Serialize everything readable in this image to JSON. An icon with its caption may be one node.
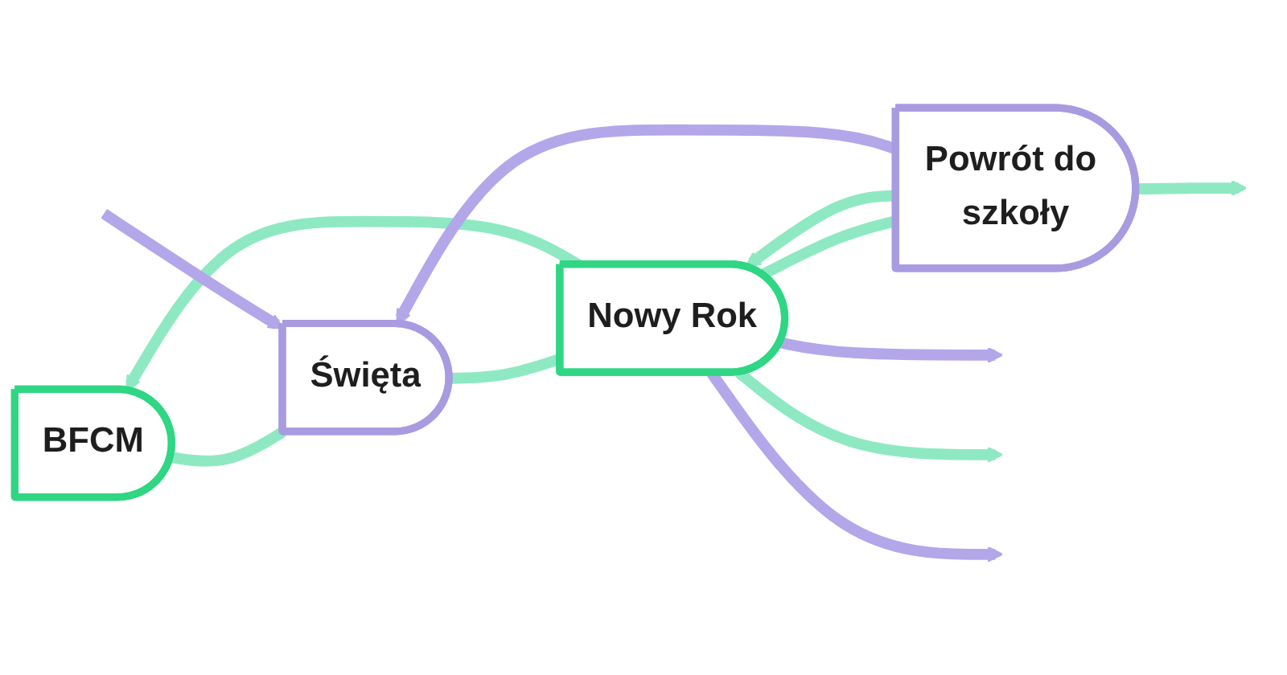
{
  "diagram": {
    "nodes": [
      {
        "text": [
          "BFCM"
        ]
      },
      {
        "text": [
          "Święta"
        ]
      },
      {
        "text": [
          "Nowy Rok"
        ]
      },
      {
        "text": [
          "Powrót do szkoły"
        ]
      }
    ],
    "edges": [
      {
        "from": 0,
        "to": 1,
        "arrow": "none"
      },
      {
        "from": 1,
        "to": 2,
        "arrow": "none"
      },
      {
        "from": 2,
        "to": 3,
        "arrow": "none"
      },
      {
        "from": 2,
        "to": 0,
        "arrow": "to"
      },
      {
        "from": 3,
        "to": 2,
        "arrow": "to"
      },
      {
        "from": 3,
        "to": 1,
        "arrow": "to",
        "color": "#b3a7ea"
      },
      {
        "from": null,
        "to": 1,
        "arrow": "to",
        "color": "#b3a7ea"
      },
      {
        "from": 2,
        "to": null,
        "arrow": "to",
        "color": "#b3a7ea"
      },
      {
        "from": 2,
        "to": null,
        "arrow": "to"
      },
      {
        "from": 3,
        "to": null,
        "arrow": "to"
      },
      {
        "from": 2,
        "to": null,
        "arrow": "to",
        "color": "#b3a7ea"
      }
    ]
  }
}
